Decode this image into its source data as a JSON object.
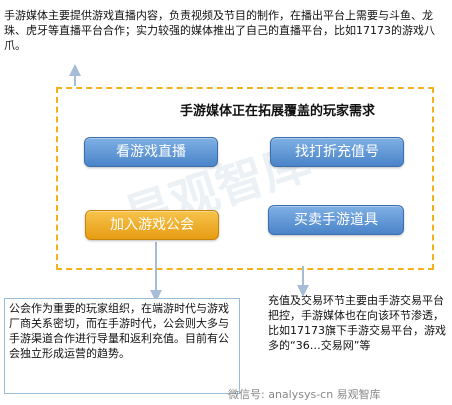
{
  "top_note": "手游媒体主要提供游戏直播内容，负责视频及节目的制作，在播出平台上需要与斗鱼、龙珠、虎牙等直播平台合作；实力较强的媒体推出了自己的直播平台，比如17173的游戏八爪。",
  "frame_title": "手游媒体正在拓展覆盖的玩家需求",
  "buttons": {
    "watch_live": "看游戏直播",
    "find_recharge": "找打折充值号",
    "join_guild": "加入游戏公会",
    "trade_items": "买卖手游道具"
  },
  "bottom_left_note": "公会作为重要的玩家组织，在端游时代与游戏厂商关系密切，而在手游时代，公会则大多与手游渠道合作进行导量和返利充值。目前有公会独立形成运营的趋势。",
  "bottom_right_note": "充值及交易环节主要由手游交易平台把控，手游媒体也在向该环节渗透，比如17173旗下手游交易平台，游戏多的“36…交易网”等",
  "watermark": "易观智库",
  "footer_watermark": "微信号: analysys-cn 易观智库"
}
